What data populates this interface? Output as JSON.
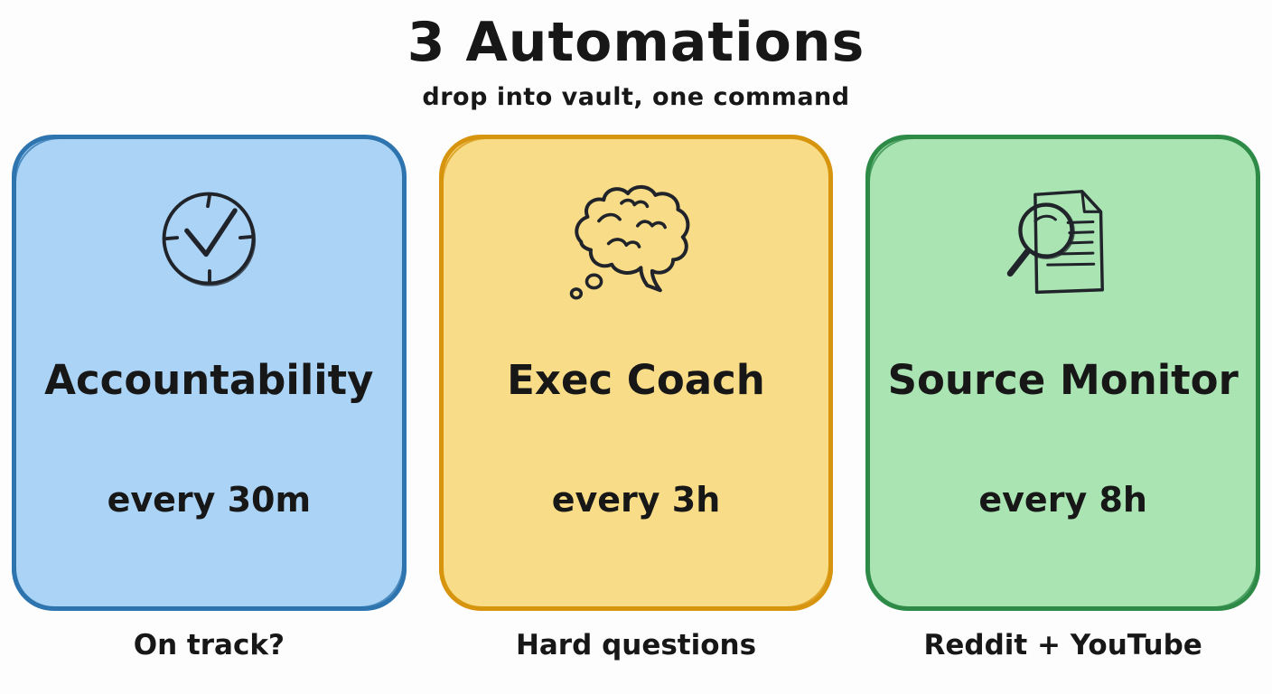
{
  "header": {
    "title": "3 Automations",
    "subtitle": "drop into vault, one command"
  },
  "cards": [
    {
      "title": "Accountability",
      "schedule": "every 30m",
      "caption": "On track?",
      "icon": "clock-check-icon",
      "colors": {
        "fill": "#aad3f5",
        "border": "#2e74ae"
      }
    },
    {
      "title": "Exec Coach",
      "schedule": "every 3h",
      "caption": "Hard questions",
      "icon": "brain-icon",
      "colors": {
        "fill": "#f8dc87",
        "border": "#d7940e"
      }
    },
    {
      "title": "Source Monitor",
      "schedule": "every 8h",
      "caption": "Reddit + YouTube",
      "icon": "document-search-icon",
      "colors": {
        "fill": "#a9e4b2",
        "border": "#2e8b47"
      }
    }
  ]
}
